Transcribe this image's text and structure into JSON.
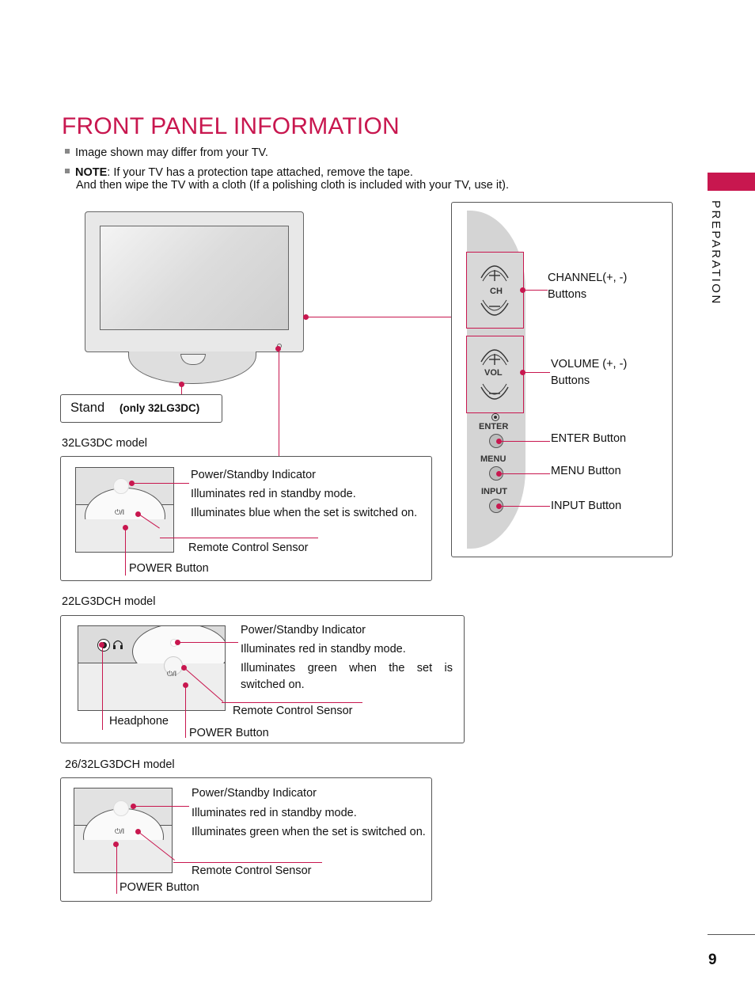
{
  "page": {
    "title": "FRONT PANEL INFORMATION",
    "notes": {
      "note1": "Image shown may differ from your TV.",
      "note2_bold": "NOTE",
      "note2_rest": ": If your TV has a protection tape attached, remove the tape.",
      "note2_line2": "And then wipe the TV with a cloth (If a polishing cloth is included with your TV, use it)."
    },
    "side_label": "PREPARATION",
    "page_number": "9"
  },
  "tv": {
    "stand_label": "Stand",
    "stand_note": "(only 32LG3DC)"
  },
  "side_panel": {
    "ch_label": "CH",
    "vol_label": "VOL",
    "enter_label": "ENTER",
    "menu_label": "MENU",
    "input_label": "INPUT",
    "channel_text_1": "CHANNEL(+, -)",
    "channel_text_2": "Buttons",
    "volume_text_1": "VOLUME (+, -)",
    "volume_text_2": "Buttons",
    "enter_text": "ENTER Button",
    "menu_text": "MENU Button",
    "input_text": "INPUT Button"
  },
  "models": {
    "m1": {
      "heading": "32LG3DC model",
      "indicator": "Power/Standby Indicator",
      "line1": "Illuminates red in standby mode.",
      "line2": "Illuminates blue when the set is switched on.",
      "sensor": "Remote Control Sensor",
      "power": "POWER Button",
      "power_symbol": "⏻/I"
    },
    "m2": {
      "heading": "22LG3DCH model",
      "indicator": "Power/Standby Indicator",
      "line1": "Illuminates red in standby mode.",
      "line2": "Illuminates green when the set is switched on.",
      "sensor": "Remote Control Sensor",
      "power": "POWER Button",
      "headphone": "Headphone",
      "power_symbol": "⏻/I"
    },
    "m3": {
      "heading": "26/32LG3DCH model",
      "indicator": "Power/Standby Indicator",
      "line1": "Illuminates red in standby mode.",
      "line2": "Illuminates green when the set is switched on.",
      "sensor": "Remote Control Sensor",
      "power": "POWER Button",
      "power_symbol": "⏻/I"
    }
  },
  "colors": {
    "accent": "#c8174f"
  }
}
